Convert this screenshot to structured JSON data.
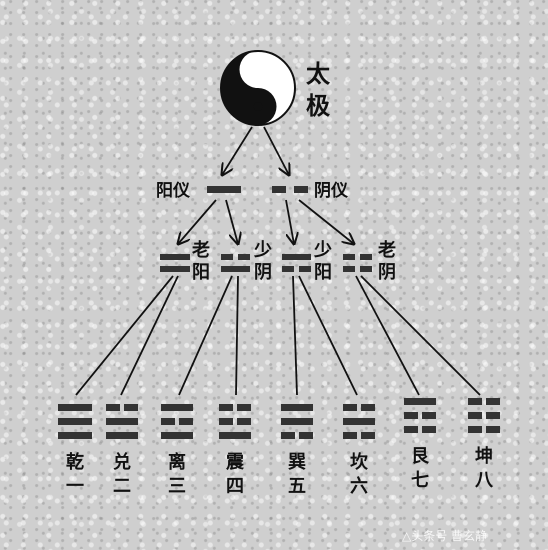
{
  "taiji": {
    "label_top": "太",
    "label_bottom": "极"
  },
  "yiyang": {
    "label": "阳仪"
  },
  "yiyin": {
    "label": "阴仪"
  },
  "xiang": [
    {
      "label_top": "老",
      "label_bottom": "阳"
    },
    {
      "label_top": "少",
      "label_bottom": "阴"
    },
    {
      "label_top": "少",
      "label_bottom": "阳"
    },
    {
      "label_top": "老",
      "label_bottom": "阴"
    }
  ],
  "trigrams": [
    {
      "name": "乾",
      "number": "一"
    },
    {
      "name": "兑",
      "number": "二"
    },
    {
      "name": "离",
      "number": "三"
    },
    {
      "name": "震",
      "number": "四"
    },
    {
      "name": "巽",
      "number": "五"
    },
    {
      "name": "坎",
      "number": "六"
    },
    {
      "name": "艮",
      "number": "七"
    },
    {
      "name": "坤",
      "number": "八"
    }
  ],
  "watermark": "△头条号 曹玄静"
}
